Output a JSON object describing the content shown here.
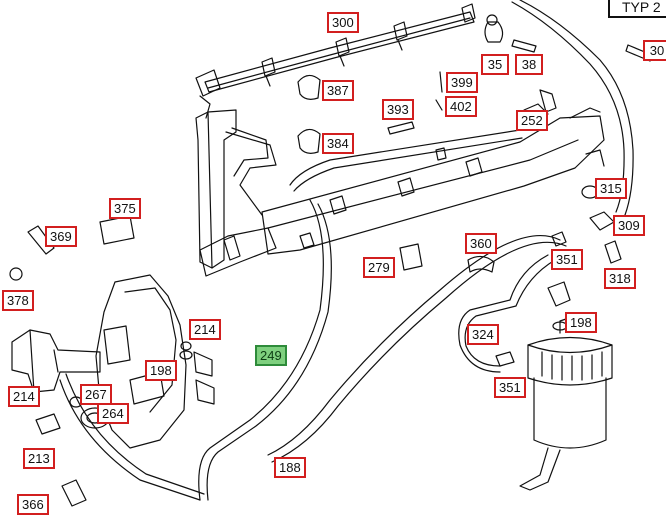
{
  "diagram": {
    "type_label": "TYP 2",
    "part_callouts": [
      {
        "id": "c300",
        "number": "300",
        "highlighted": false
      },
      {
        "id": "c35",
        "number": "35",
        "highlighted": false
      },
      {
        "id": "c38",
        "number": "38",
        "highlighted": false
      },
      {
        "id": "c30x",
        "number": "30",
        "highlighted": false
      },
      {
        "id": "c387",
        "number": "387",
        "highlighted": false
      },
      {
        "id": "c399",
        "number": "399",
        "highlighted": false
      },
      {
        "id": "c402",
        "number": "402",
        "highlighted": false
      },
      {
        "id": "c393",
        "number": "393",
        "highlighted": false
      },
      {
        "id": "c252",
        "number": "252",
        "highlighted": false
      },
      {
        "id": "c384",
        "number": "384",
        "highlighted": false
      },
      {
        "id": "c315",
        "number": "315",
        "highlighted": false
      },
      {
        "id": "c375",
        "number": "375",
        "highlighted": false
      },
      {
        "id": "c309",
        "number": "309",
        "highlighted": false
      },
      {
        "id": "c369",
        "number": "369",
        "highlighted": false
      },
      {
        "id": "c360",
        "number": "360",
        "highlighted": false
      },
      {
        "id": "c279",
        "number": "279",
        "highlighted": false
      },
      {
        "id": "c351a",
        "number": "351",
        "highlighted": false
      },
      {
        "id": "c318",
        "number": "318",
        "highlighted": false
      },
      {
        "id": "c378",
        "number": "378",
        "highlighted": false
      },
      {
        "id": "c198a",
        "number": "198",
        "highlighted": false
      },
      {
        "id": "c214a",
        "number": "214",
        "highlighted": false
      },
      {
        "id": "c324",
        "number": "324",
        "highlighted": false
      },
      {
        "id": "c249",
        "number": "249",
        "highlighted": true
      },
      {
        "id": "c198b",
        "number": "198",
        "highlighted": false
      },
      {
        "id": "c351b",
        "number": "351",
        "highlighted": false
      },
      {
        "id": "c214b",
        "number": "214",
        "highlighted": false
      },
      {
        "id": "c267",
        "number": "267",
        "highlighted": false
      },
      {
        "id": "c264",
        "number": "264",
        "highlighted": false
      },
      {
        "id": "c213",
        "number": "213",
        "highlighted": false
      },
      {
        "id": "c188",
        "number": "188",
        "highlighted": false
      },
      {
        "id": "c366",
        "number": "366",
        "highlighted": false
      }
    ]
  }
}
